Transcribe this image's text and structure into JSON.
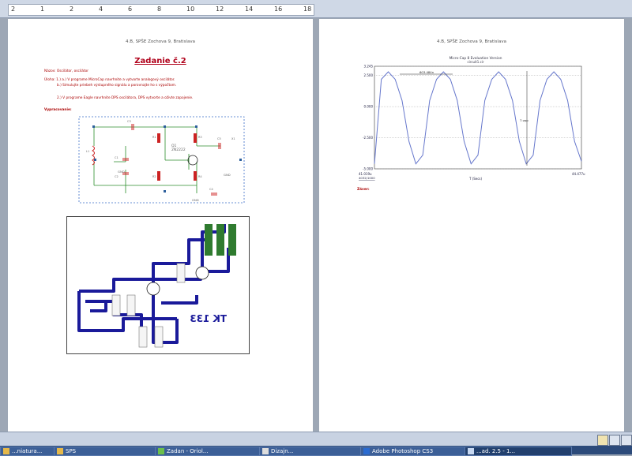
{
  "ruler": {
    "labels": [
      "2",
      "1",
      "2",
      "4",
      "6",
      "8",
      "10",
      "12",
      "14",
      "16",
      "18"
    ]
  },
  "page1": {
    "header": "4.B, SPŠE Zochova 9, Bratislava",
    "title": "Zadanie č.2",
    "line1": "Názov:  Oscilátor, oscilátor",
    "line2": "Úloha:     1.) a.) V programe MicroCap navrhnite a vytvorte analogový oscilátor.",
    "line3": "b.) Simulujte priebeh výstupného signálu a porovnajte ho s výpočtom.",
    "line4": "2.) V programe Eagle navrhnite DPS oscilátora, DPS vytvorte a oživte zapojenie.",
    "line5": "Vypracovanie:",
    "schematic": {
      "components": [
        "L1",
        "C1",
        "C2",
        "C3",
        "R1",
        "R2",
        "R3",
        "R4",
        "C4",
        "C5",
        "X1"
      ],
      "transistor_label": "Q1",
      "transistor_part": "2N2222",
      "gnd_labels": [
        "GND",
        "GND",
        "GND"
      ]
    },
    "pcb": {
      "silk": "TK 133"
    }
  },
  "page2": {
    "header": "4.B, SPŠE Zochova 9, Bratislava",
    "chart_title_line1": "Micro-Cap 8 Evaluation Version",
    "chart_title_line2": "circuit1.cir",
    "chart_note": "Záver:"
  },
  "chart_data": {
    "type": "line",
    "y_ticks": [
      "3.245",
      "2.500",
      "0.000",
      "-2.500",
      "-5.000"
    ],
    "x_left_label": "41.019u",
    "x_left_label2": "4032/1000",
    "x_right_label": "44.477u",
    "xlabel": "T (Secs)",
    "annotation_period": "603.484n",
    "annotation_amp": "7.vpp",
    "ylim": [
      -5.0,
      3.245
    ],
    "series": [
      {
        "values": [
          -4.6,
          2.2,
          2.8,
          2.2,
          0.5,
          -2.8,
          -4.6,
          -3.9,
          0.5,
          2.2,
          2.8,
          2.2,
          0.5,
          -2.8,
          -4.6,
          -3.9,
          0.5,
          2.2,
          2.8,
          2.2,
          0.5,
          -2.8,
          -4.6,
          -3.9,
          0.5,
          2.2,
          2.8,
          2.2,
          0.5,
          -2.8,
          -4.4
        ]
      }
    ],
    "grid": true
  },
  "statusbar": {
    "view_buttons": [
      "print-layout",
      "full-screen",
      "web",
      "outline",
      "draft"
    ]
  },
  "taskbar": {
    "items": [
      "...niatura...",
      "SPS",
      "Zadan - Oriol...",
      "Dizajn...",
      "Adobe Photoshop CS3",
      "...ad. 2.5 - 1..."
    ]
  },
  "colors": {
    "accent": "#b0001a",
    "trace": "#1a1a9a",
    "pad": "#2f7b2f",
    "wave": "#6677cc"
  }
}
